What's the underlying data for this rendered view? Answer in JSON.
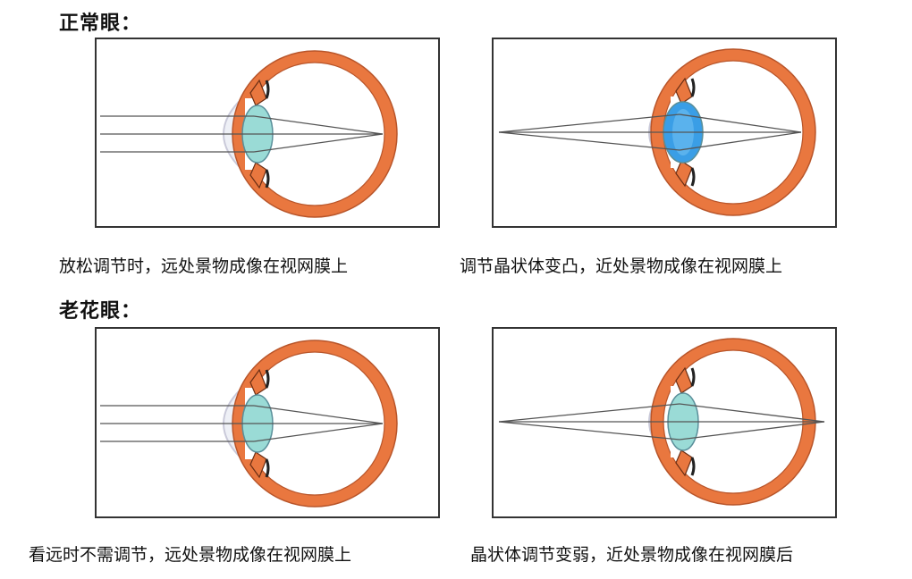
{
  "sections": [
    {
      "title": "正常眼：",
      "panels": [
        {
          "caption": "放松调节时，远处景物成像在视网膜上",
          "source": "parallel",
          "lens": "normal",
          "focus": "on-retina"
        },
        {
          "caption": "调节晶状体变凸，近处景物成像在视网膜上",
          "source": "near-point",
          "lens": "convex",
          "focus": "on-retina"
        }
      ]
    },
    {
      "title": "老花眼：",
      "panels": [
        {
          "caption": "看远时不需调节，远处景物成像在视网膜上",
          "source": "parallel",
          "lens": "normal",
          "focus": "on-retina"
        },
        {
          "caption": "晶状体调节变弱，近处景物成像在视网膜后",
          "source": "near-point",
          "lens": "normal",
          "focus": "behind-retina"
        }
      ]
    }
  ],
  "colors": {
    "sclera": "#e9773f",
    "sclera_edge": "#b8552a",
    "lens_normal": "#9adbd6",
    "lens_convex": "#3a9ee6",
    "cornea": "#c9c9d9",
    "rays": "#555555"
  }
}
